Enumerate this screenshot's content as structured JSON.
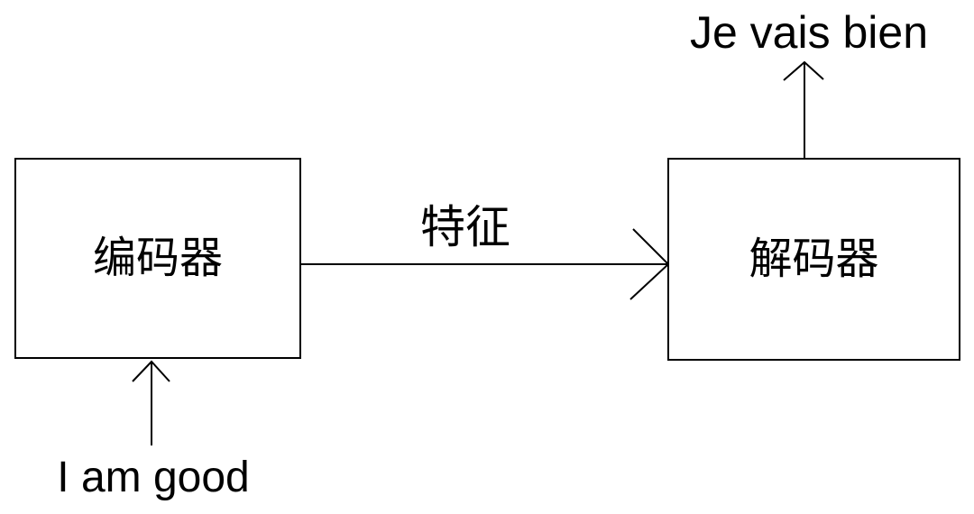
{
  "colors": {
    "background": "#ffffff",
    "line": "#000000",
    "text": "#000000"
  },
  "nodes": {
    "encoder": {
      "label": "编码器"
    },
    "decoder": {
      "label": "解码器"
    }
  },
  "edges": {
    "feature": {
      "label": "特征"
    }
  },
  "io": {
    "input": {
      "text": "I am good"
    },
    "output": {
      "text": "Je vais bien"
    }
  }
}
